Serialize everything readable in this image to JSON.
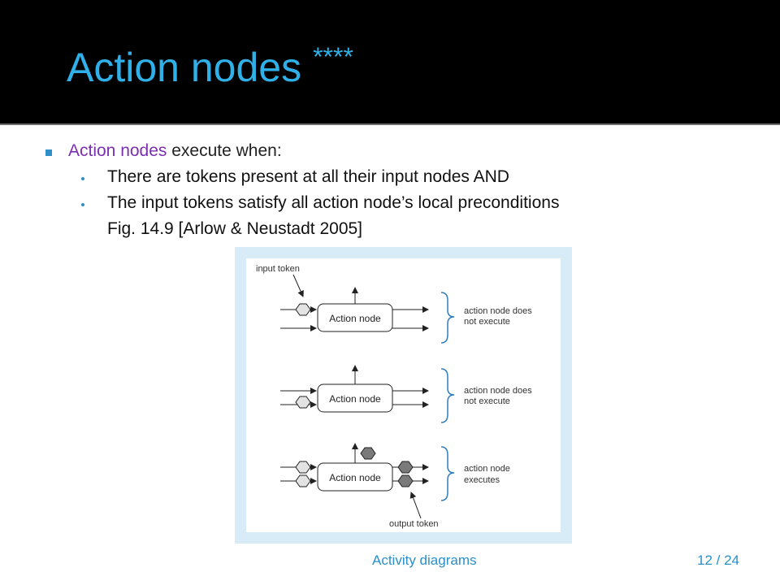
{
  "slide": {
    "title": "Action nodes",
    "title_stars": "****",
    "colors": {
      "title": "#2fb0e8",
      "accent": "#7b2fb0",
      "bullet": "#2e8fc9"
    }
  },
  "bullets": {
    "main_accent": "Action nodes",
    "main_rest": " execute when:",
    "sub": [
      "There are tokens present at all their input nodes AND",
      "The input tokens satisfy all action node’s local preconditions"
    ],
    "citation": "Fig. 14.9 [Arlow & Neustadt 2005]"
  },
  "figure": {
    "label_input_token": "input token",
    "label_output_token": "output token",
    "node_label": "Action node",
    "groups": [
      {
        "line1": "action node does",
        "line2": "not execute"
      },
      {
        "line1": "action node does",
        "line2": "not execute"
      },
      {
        "line1": "action node",
        "line2": "executes"
      }
    ]
  },
  "footer": {
    "title": "Activity diagrams",
    "page": "12 / 24"
  }
}
